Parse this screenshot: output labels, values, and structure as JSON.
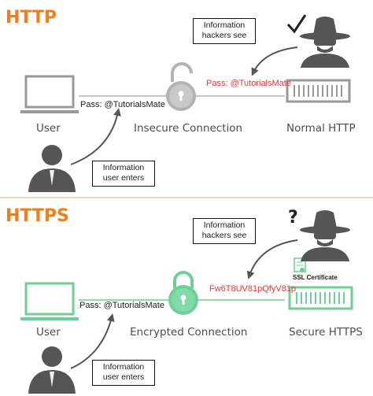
{
  "http": {
    "title": "HTTP",
    "user_label": "User",
    "connection_label": "Insecure Connection",
    "server_label": "Normal HTTP",
    "pass_text": "Pass: @TutorialsMate",
    "hacker_sees_text": "Pass: @TutorialsMate",
    "callout_hacker": [
      "Information",
      "hackers see"
    ],
    "callout_user": [
      "Information",
      "user enters"
    ],
    "hacker_mark": "checkmark"
  },
  "https": {
    "title": "HTTPS",
    "user_label": "User",
    "connection_label": "Encrypted Connection",
    "server_label": "Secure HTTPS",
    "pass_text": "Pass: @TutorialsMate",
    "hacker_sees_text": "Fw6T8UV81pQfyV81p",
    "certificate_label": "SSL Certificate",
    "callout_hacker": [
      "Information",
      "hackers see"
    ],
    "callout_user": [
      "Information",
      "user enters"
    ],
    "hacker_mark": "?"
  },
  "colors": {
    "title": "#f07e1b",
    "insecure": "#b3b3b3",
    "secure": "#6fcf97",
    "ciphertext": "#e53935",
    "divider": "#f2c79a"
  }
}
